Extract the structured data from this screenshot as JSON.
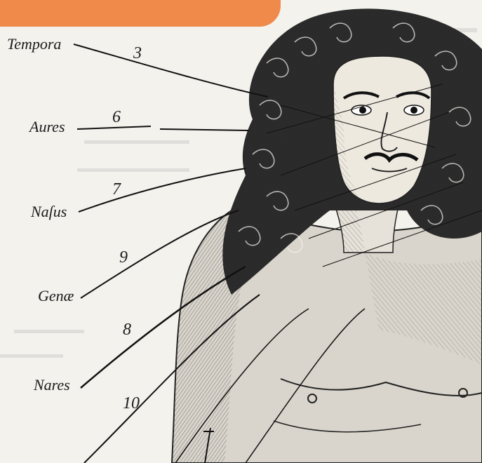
{
  "banner": {
    "color": "#f08a4b"
  },
  "labels": [
    {
      "name": "tempora",
      "text": "Tempora"
    },
    {
      "name": "aures",
      "text": "Aures"
    },
    {
      "name": "nasus",
      "text": "Naſus"
    },
    {
      "name": "genae",
      "text": "Genæ"
    },
    {
      "name": "nares",
      "text": "Nares"
    }
  ],
  "numbers": [
    {
      "name": "number-3",
      "text": "3"
    },
    {
      "name": "number-6",
      "text": "6"
    },
    {
      "name": "number-7",
      "text": "7"
    },
    {
      "name": "number-9",
      "text": "9"
    },
    {
      "name": "number-8",
      "text": "8"
    },
    {
      "name": "number-10",
      "text": "10"
    }
  ],
  "engraving": {
    "subject": "engraved-anatomical-man-figure"
  }
}
